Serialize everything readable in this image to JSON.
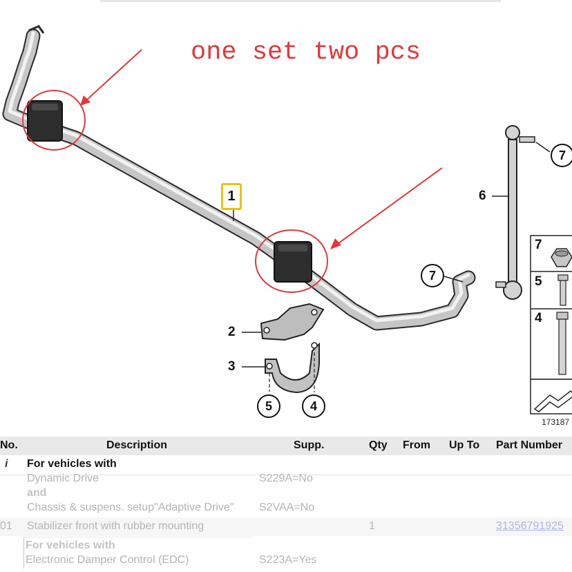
{
  "diagram": {
    "headline": "one set two pcs",
    "callouts": {
      "c1": "1",
      "c2": "2",
      "c3": "3",
      "c4": "4",
      "c5": "5",
      "c6": "6",
      "c7a": "7",
      "c7b": "7"
    },
    "side_panel": [
      "7",
      "5",
      "4"
    ],
    "image_code": "173187",
    "colors": {
      "annotation": "#e0383b",
      "highlight_box": "#e8c400"
    }
  },
  "table": {
    "headers": {
      "no": "No.",
      "description": "Description",
      "supp": "Supp.",
      "qty": "Qty",
      "from": "From",
      "up_to": "Up To",
      "part_number": "Part Number"
    },
    "info_icon": "i",
    "section_title": "For vehicles with",
    "group1": {
      "line1": "Dynamic Drive",
      "supp1": "S229A=No",
      "and_label": "and",
      "line2": "Chassis & suspens. setup\"Adaptive Drive\"",
      "supp2": "S2VAA=No"
    },
    "item": {
      "no": "01",
      "description": "Stabilizer front with rubber mounting",
      "qty": "1",
      "part_number": "31356791925"
    },
    "subgroup": {
      "title": "For vehicles with",
      "line": "Electronic Damper Control (EDC)",
      "supp": "S223A=Yes"
    }
  }
}
